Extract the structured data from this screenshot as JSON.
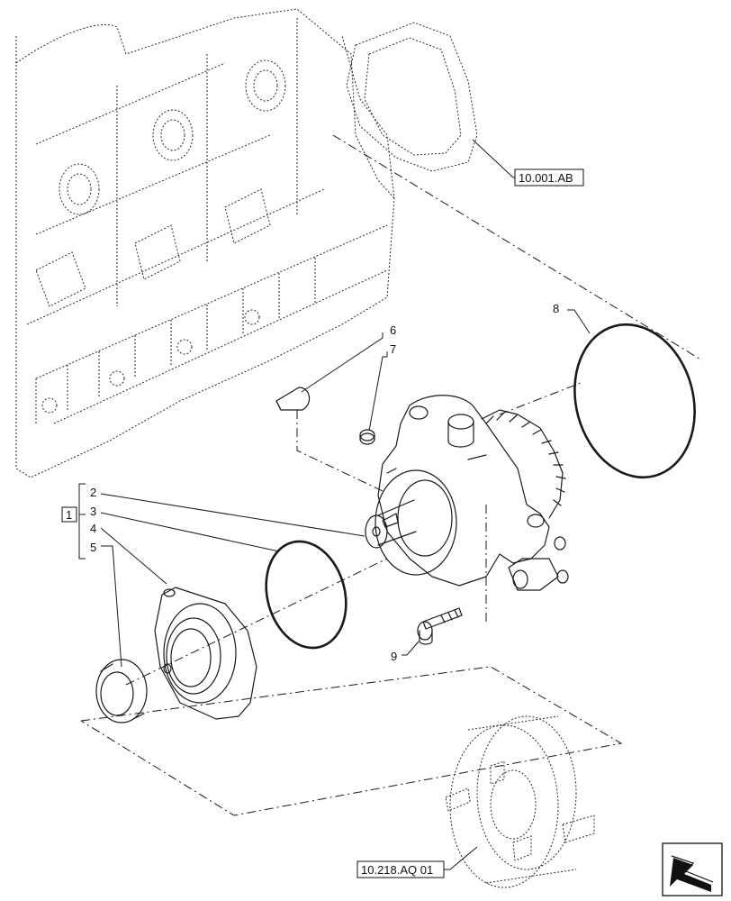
{
  "callouts": {
    "group": "1",
    "p2": "2",
    "p3": "3",
    "p4": "4",
    "p5": "5",
    "p6": "6",
    "p7": "7",
    "p8": "8",
    "p9": "9"
  },
  "references": {
    "engine_block_ref": "10.001.AB",
    "drive_coupling_ref": "10.218.AQ 01"
  },
  "nav_icon": "next-page-arrow-icon"
}
